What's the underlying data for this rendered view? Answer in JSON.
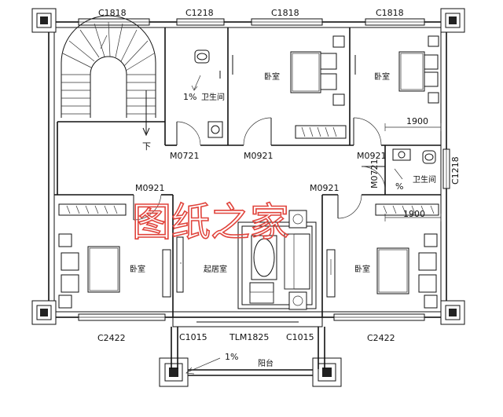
{
  "windows": {
    "top_left": "C1818",
    "top_bath": "C1218",
    "top_center": "C1818",
    "top_right": "C1818",
    "right_side": "C1218",
    "bottom_left": "C2422",
    "bottom_right": "C2422",
    "balcony_left": "C1015",
    "balcony_right": "C1015",
    "balcony_door": "TLM1825"
  },
  "doors": {
    "bath_top": "M0721",
    "bedroom_top": "M0921",
    "bedroom_top_right": "M0921",
    "bath_right": "M0721",
    "bedroom_left": "M0921",
    "bedroom_right": "M0921"
  },
  "rooms": {
    "bedroom_top_center": "卧室",
    "bedroom_top_right": "卧室",
    "bedroom_left": "卧室",
    "bedroom_right": "卧室",
    "living": "起居室",
    "bath_left": "卫生间",
    "bath_right": "卫生间",
    "balcony": "阳台"
  },
  "slopes": {
    "bath_left": "1%",
    "bath_right": "%",
    "balcony": "1%"
  },
  "stair_label": "下",
  "dimensions": {
    "upper_right": "1900",
    "lower_right": "1900"
  },
  "watermark": "图纸之家"
}
